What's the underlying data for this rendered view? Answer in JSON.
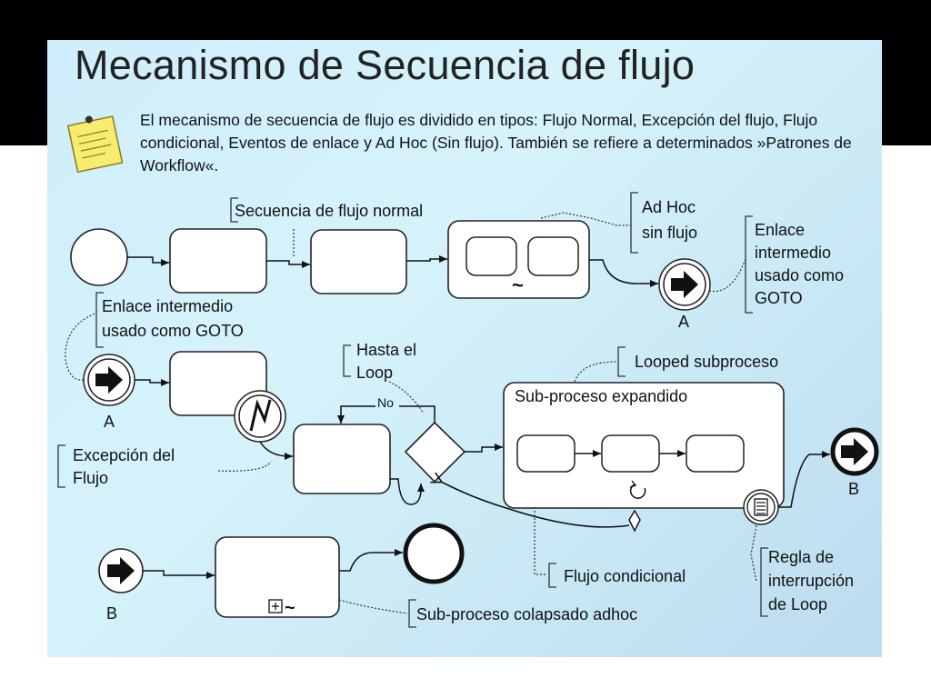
{
  "slide": {
    "title": "Mecanismo de Secuencia de flujo",
    "intro": "El mecanismo de secuencia de flujo es dividido en tipos: Flujo Normal, Excepción del flujo, Flujo condicional, Eventos de enlace y Ad Hoc (Sin flujo). También se refiere a determinados »Patrones de Workflow«."
  },
  "diagram": {
    "annotations": {
      "normal_flow": "Secuencia de flujo normal",
      "adhoc_1": "Ad Hoc",
      "adhoc_2": "sin flujo",
      "link_right_1": "Enlace",
      "link_right_2": "intermedio",
      "link_right_3": "usado como",
      "link_right_4": "GOTO",
      "link_left_1": "Enlace intermedio",
      "link_left_2": "usado como GOTO",
      "until_loop_1": "Hasta el",
      "until_loop_2": "Loop",
      "looped_subprocess": "Looped subproceso",
      "exception_1": "Excepción del",
      "exception_2": "Flujo",
      "conditional_flow": "Flujo condicional",
      "loop_interrupt_1": "Regla de",
      "loop_interrupt_2": "interrupción",
      "loop_interrupt_3": "de Loop",
      "collapsed_adhoc": "Sub-proceso colapsado adhoc"
    },
    "expanded_subprocess_label": "Sub-proceso expandido",
    "gateway_no_label": "No",
    "link_labels": {
      "a_end": "A",
      "a_start": "A",
      "b_end": "B",
      "b_start": "B"
    }
  }
}
